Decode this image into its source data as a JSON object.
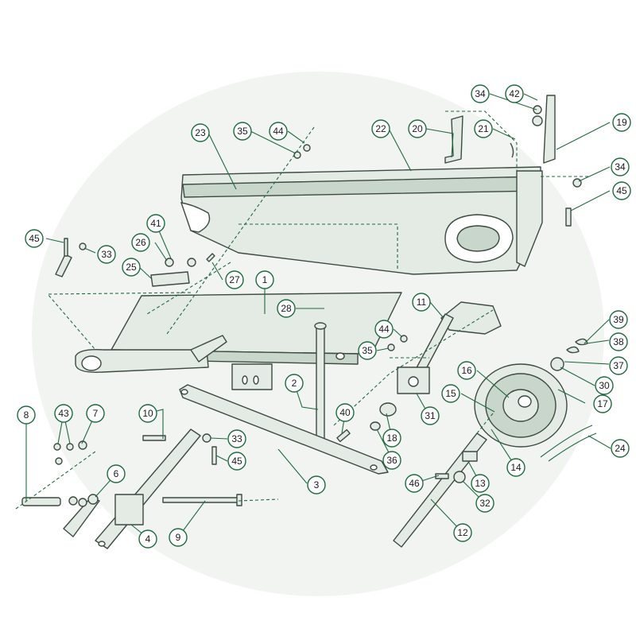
{
  "colors": {
    "part_fill": "#e3ebe4",
    "part_shade": "#c9d6cb",
    "outline": "#3c4a40",
    "callout_ring": "#1f6b3f"
  },
  "callouts": [
    "1",
    "2",
    "3",
    "4",
    "6",
    "7",
    "8",
    "9",
    "10",
    "11",
    "12",
    "13",
    "14",
    "15",
    "16",
    "17",
    "18",
    "19",
    "20",
    "21",
    "22",
    "23",
    "24",
    "25",
    "26",
    "27",
    "28",
    "30",
    "31",
    "32",
    "33",
    "33",
    "34",
    "34",
    "35",
    "35",
    "36",
    "37",
    "38",
    "39",
    "40",
    "41",
    "42",
    "43",
    "44",
    "44",
    "45",
    "45",
    "45",
    "46"
  ]
}
